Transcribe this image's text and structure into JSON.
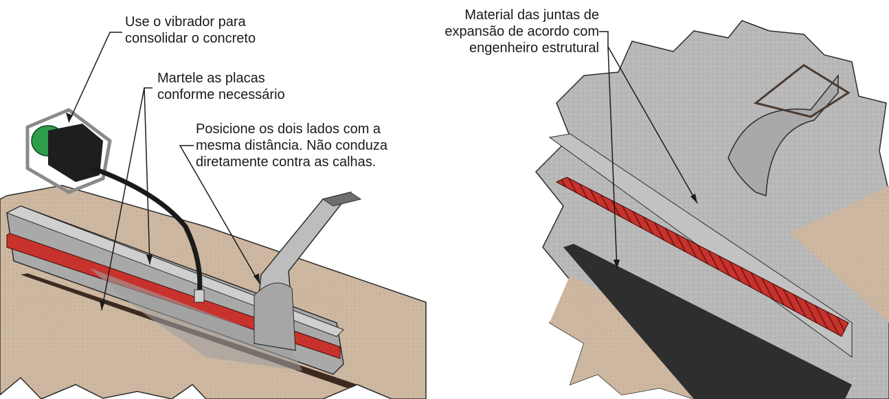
{
  "left_panel": {
    "callouts": [
      {
        "id": "vibrator",
        "lines": [
          "Use o vibrador para",
          "consolidar o concreto"
        ]
      },
      {
        "id": "hammer",
        "lines": [
          "Martele as placas",
          "conforme necessário"
        ]
      },
      {
        "id": "position",
        "lines": [
          "Posicione os dois lados com a",
          "mesma distância. Não conduza",
          "diretamente contra as calhas."
        ]
      }
    ]
  },
  "right_panel": {
    "callouts": [
      {
        "id": "joint-material",
        "lines": [
          "Material das juntas de",
          "expansão de acordo com",
          "engenheiro estrutural"
        ]
      }
    ]
  },
  "colors": {
    "soil": "#c9b39b",
    "concrete": "#b9b9b9",
    "joint_red": "#c8322c",
    "vibrator_green": "#2e9e4a",
    "dark_edge": "#2b2b2b"
  },
  "icons": [
    "concrete-vibrator-icon",
    "channel-drain-icon",
    "rebar-chute-icon"
  ]
}
